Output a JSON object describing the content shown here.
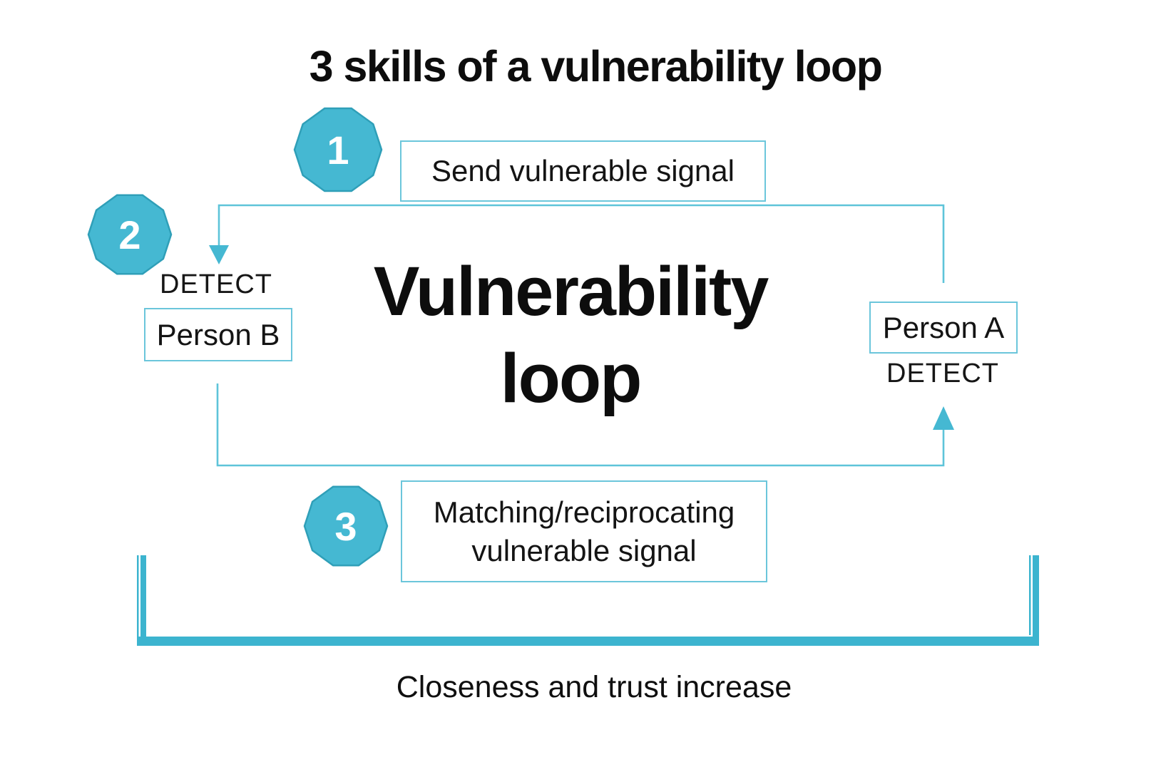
{
  "title": "3 skills of a vulnerability loop",
  "center": {
    "line1": "Vulnerability",
    "line2": "loop"
  },
  "badges": [
    {
      "number": "1"
    },
    {
      "number": "2"
    },
    {
      "number": "3"
    }
  ],
  "steps": {
    "send_signal": "Send vulnerable signal",
    "matching_signal": "Matching/reciprocating vulnerable signal"
  },
  "persons": {
    "person_a": "Person A",
    "person_b": "Person B"
  },
  "detect": {
    "left": "DETECT",
    "right": "DETECT"
  },
  "caption": "Closeness and trust increase",
  "colors": {
    "badge_fill": "#45b8d2",
    "badge_stroke": "#2f9fb8",
    "loop_line": "#5ec4d9",
    "box_border": "#6bc6db",
    "bracket": "#3cb4cf",
    "text": "#0d0d0d"
  }
}
